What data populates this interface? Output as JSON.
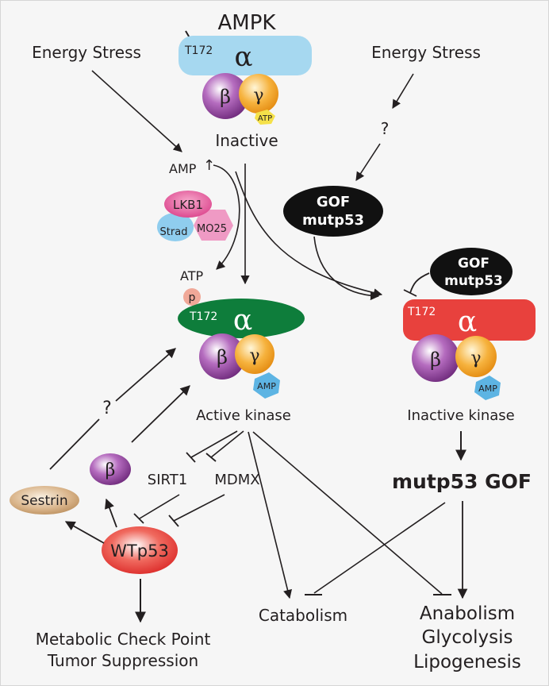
{
  "title": "AMPK",
  "labels": {
    "energy_stress_left": "Energy  Stress",
    "energy_stress_right": "Energy Stress",
    "question_right": "?",
    "question_left": "?",
    "inactive": "Inactive",
    "amp_up": "AMP",
    "up_arrow": "↑",
    "atp_side": "ATP",
    "p_badge": "p",
    "active_kinase": "Active  kinase",
    "inactive_kinase": "Inactive  kinase",
    "sirt1": "SIRT1",
    "mdmx": "MDMX",
    "sestrin": "Sestrin",
    "wtp53": "WTp53",
    "beta_free": "β",
    "mutp53_gof": "mutp53 GOF",
    "catabolism": "Catabolism",
    "anabolism": "Anabolism",
    "glycolysis": "Glycolysis",
    "lipogenesis": "Lipogenesis",
    "metabolic_check": "Metabolic Check Point",
    "tumor_suppression": "Tumor Suppression"
  },
  "complexes": {
    "inactive": {
      "site": "T172",
      "alpha": "α",
      "beta": "β",
      "gamma": "γ",
      "nucleotide": "ATP",
      "color": "#a6d8f0"
    },
    "active": {
      "site": "T172",
      "alpha": "α",
      "beta": "β",
      "gamma": "γ",
      "nucleotide": "AMP",
      "color": "#0e7d3b"
    },
    "gof_bound": {
      "site": "T172",
      "alpha": "α",
      "beta": "β",
      "gamma": "γ",
      "nucleotide": "AMP",
      "color": "#e8413d"
    }
  },
  "lkb1_complex": {
    "lkb1": "LKB1",
    "strad": "Strad",
    "mo25": "MO25"
  },
  "gof_mutp53": {
    "line1": "GOF",
    "line2": "mutp53"
  },
  "colors": {
    "beta_purple": "#8a3a96",
    "gamma_orange": "#f4a623",
    "atp_yellow": "#f5e14a",
    "amp_blue": "#5db4e3",
    "lkb1_pink": "#e0508f",
    "mo25_pink": "#ef9ac4",
    "strad_blue": "#8fcdee",
    "mutp53_black": "#111111",
    "sestrin_tan": "#c9a06b",
    "wtp53_red": "#e53a35",
    "p_salmon": "#f0a898"
  }
}
